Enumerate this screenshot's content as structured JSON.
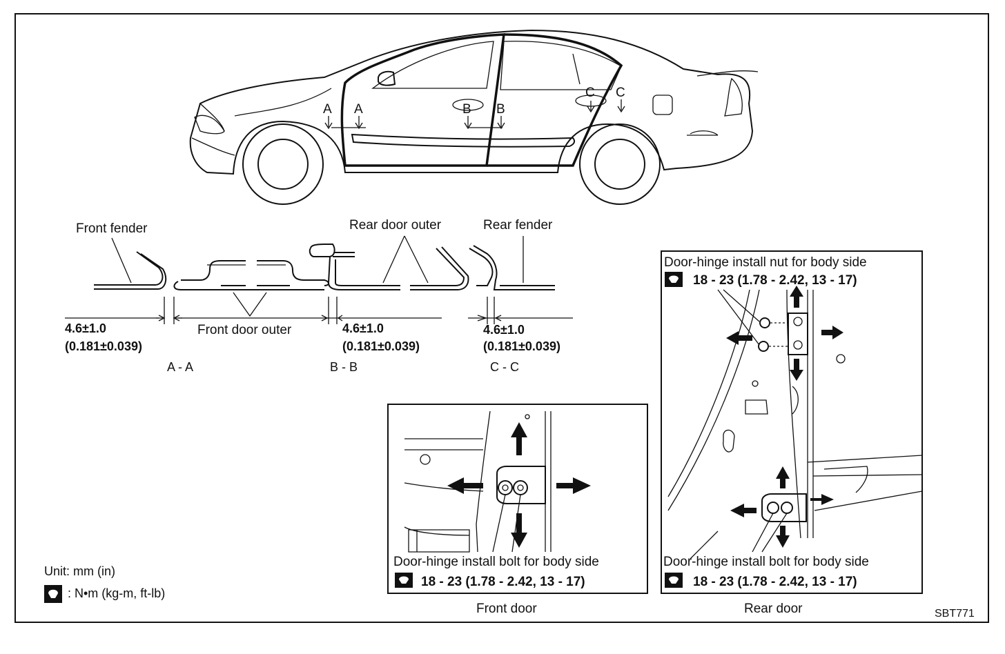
{
  "labels": {
    "front_fender": "Front fender",
    "rear_door_outer": "Rear door outer",
    "rear_fender": "Rear fender",
    "front_door_outer": "Front door outer",
    "dim_a": "4.6±1.0",
    "dim_a_in": "(0.181±0.039)",
    "dim_b": "4.6±1.0",
    "dim_b_in": "(0.181±0.039)",
    "dim_c": "4.6±1.0",
    "dim_c_in": "(0.181±0.039)",
    "section_a": "A - A",
    "section_b": "B - B",
    "section_c": "C - C",
    "marker_a": "A",
    "marker_b": "B",
    "marker_c": "C"
  },
  "front_door_panel": {
    "caption": "Door-hinge install bolt for body side",
    "torque": "18 - 23 (1.78 - 2.42, 13 - 17)",
    "title": "Front door"
  },
  "rear_door_panel": {
    "top_caption": "Door-hinge install nut for body side",
    "top_torque": "18 - 23 (1.78 - 2.42, 13 - 17)",
    "bottom_caption": "Door-hinge install bolt for body side",
    "bottom_torque": "18 - 23 (1.78 - 2.42, 13 - 17)",
    "title": "Rear door"
  },
  "legend": {
    "unit": "Unit: mm (in)",
    "torque_unit": ": N•m  (kg-m,  ft-lb)"
  },
  "figure_code": "SBT771"
}
